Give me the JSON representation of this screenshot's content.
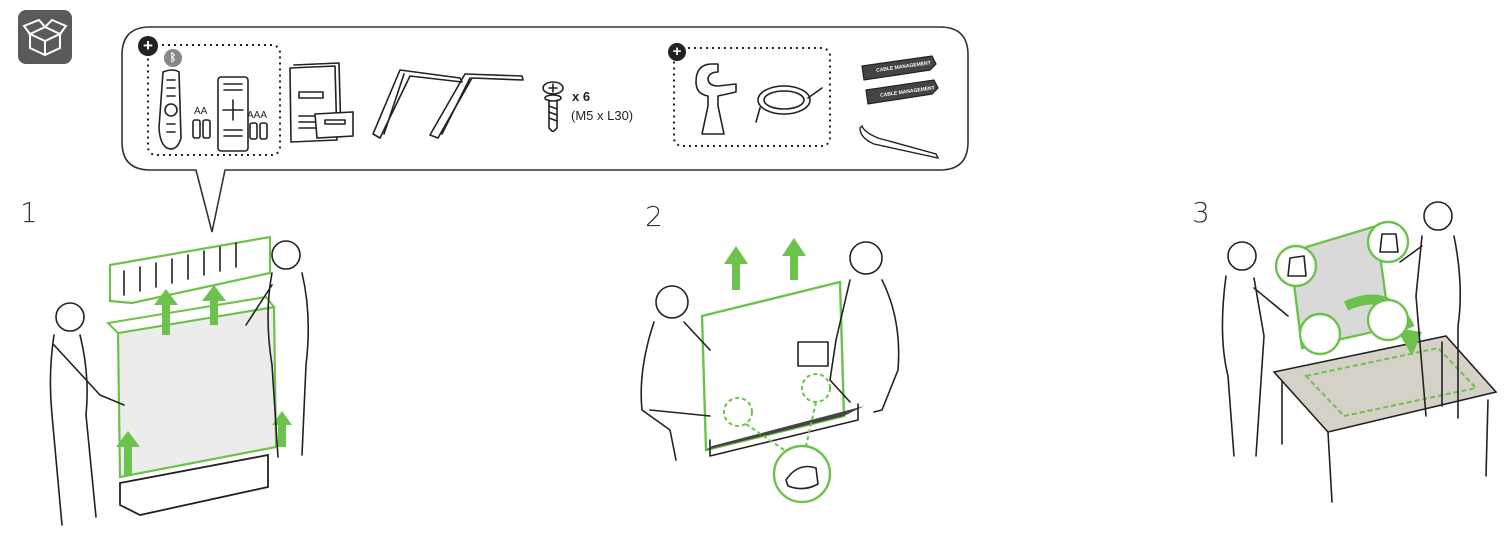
{
  "header": {
    "icon": "open-box-icon"
  },
  "accessories": {
    "remote_battery_aa": "AA",
    "remote_battery_aaa": "AAA",
    "screw_quantity": "x 6",
    "screw_spec": "(M5 x L30)",
    "cable_tie_label": "CABLE MANAGEMENT"
  },
  "steps": [
    {
      "number": "1"
    },
    {
      "number": "2"
    },
    {
      "number": "3"
    }
  ],
  "colors": {
    "accent": "#6cc24a",
    "line": "#222222",
    "panel_fill": "#f5f5f5"
  }
}
